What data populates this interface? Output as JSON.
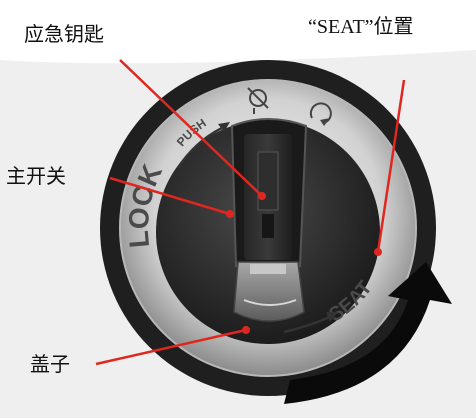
{
  "labels": {
    "emergency_key": "应急钥匙",
    "seat_position": "“SEAT”位置",
    "main_switch": "主开关",
    "cover": "盖子"
  },
  "ring": {
    "lock": "LOCK",
    "push": "PUSH",
    "seat": "SEAT"
  },
  "icons": [
    "lock-arrow-icon",
    "fuel-lid-icon",
    "rotate-icon",
    "rotation-arrow-icon"
  ],
  "colors": {
    "leader_line": "#e0271f",
    "dial_body": "#2b2b2b",
    "ring_chrome": "#d9d9d9",
    "rotation_arrow": "#0a0a0a"
  }
}
